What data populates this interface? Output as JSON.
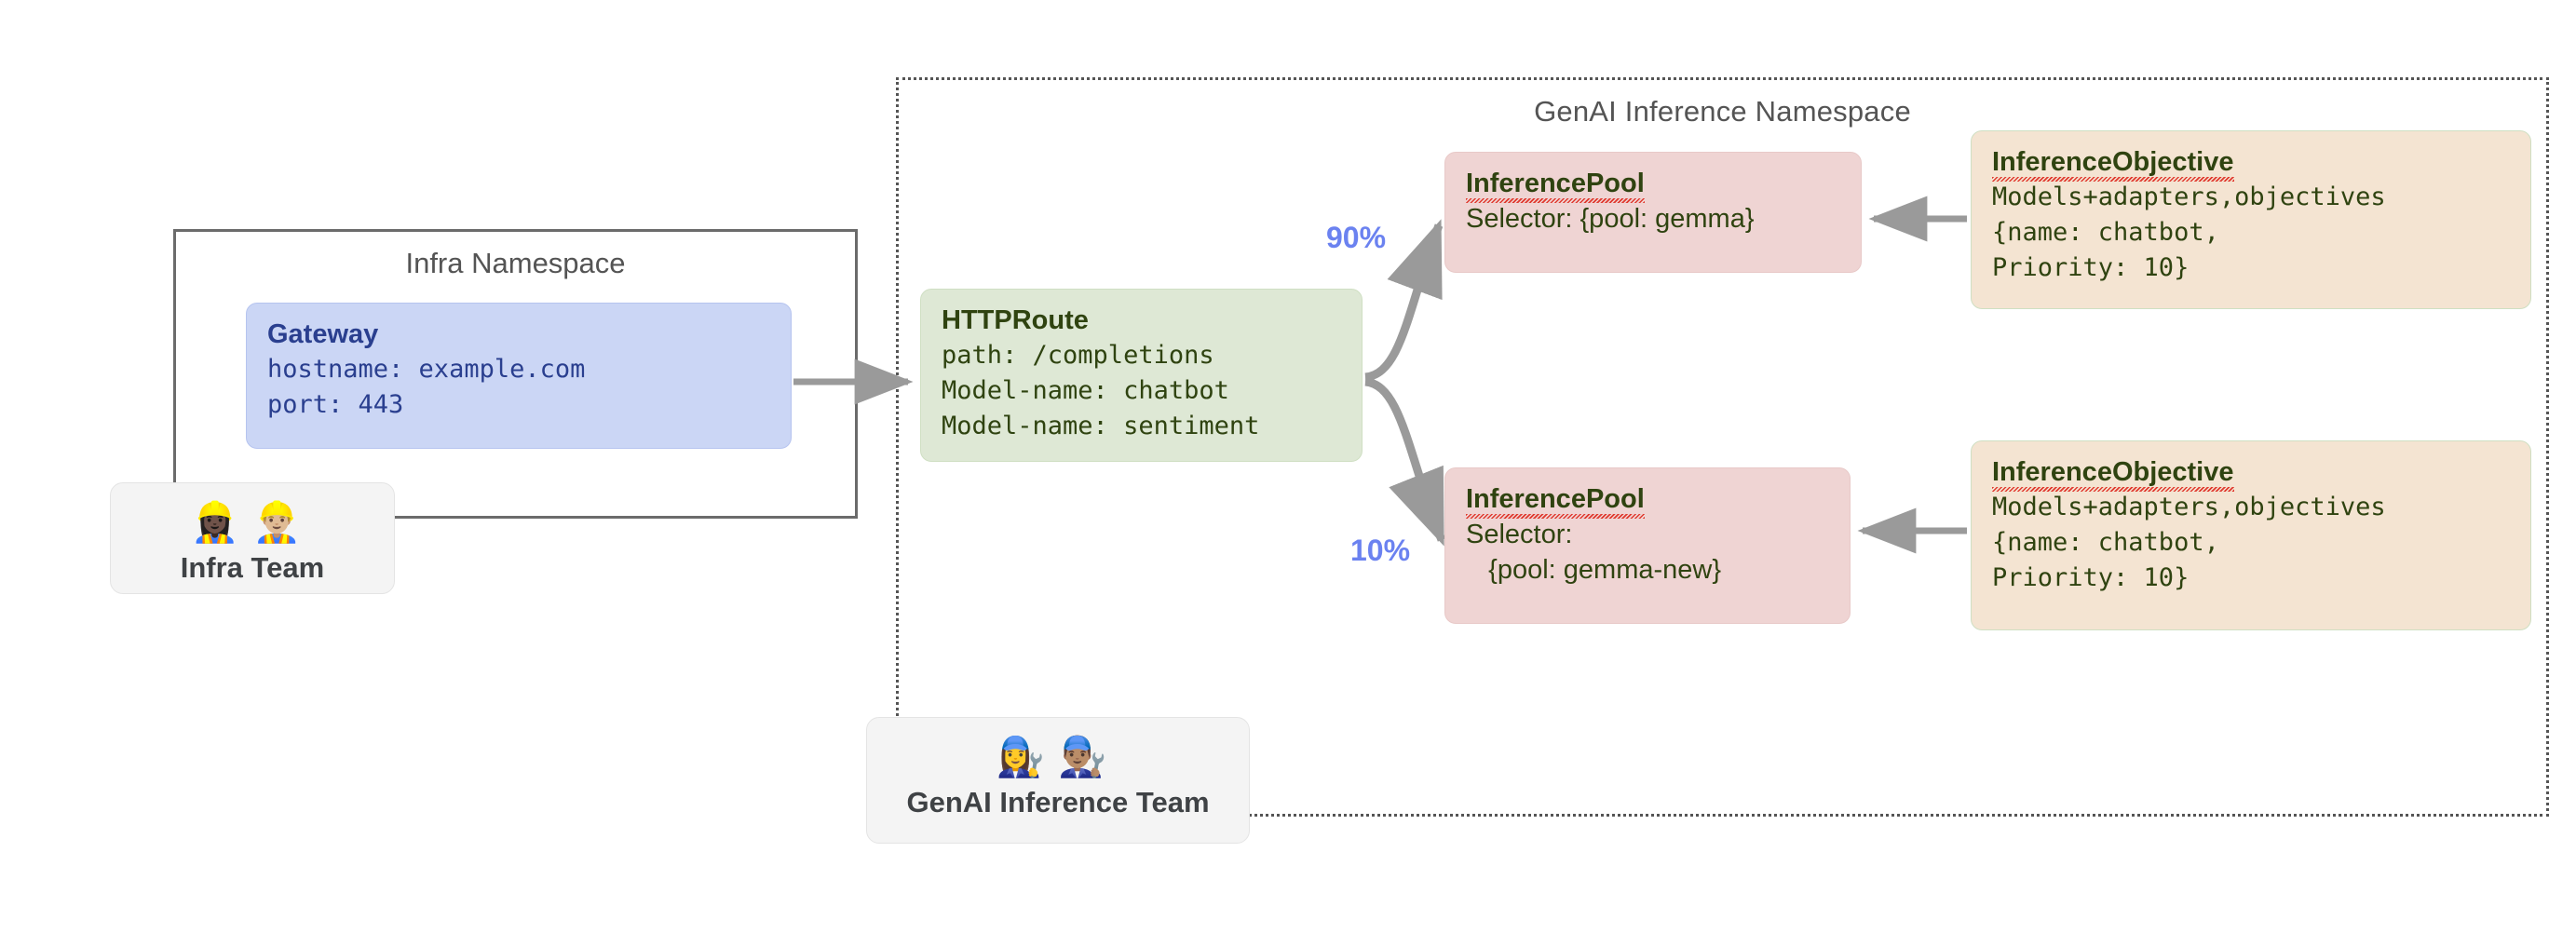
{
  "diagram": {
    "namespaces": {
      "genai": {
        "title": "GenAI Inference Namespace"
      },
      "infra": {
        "title": "Infra Namespace"
      }
    },
    "gateway": {
      "title": "Gateway",
      "lines": [
        "hostname: example.com",
        "port: 443"
      ]
    },
    "httproute": {
      "title": "HTTPRoute",
      "lines": [
        "path: /completions",
        "Model-name: chatbot",
        "Model-name: sentiment"
      ]
    },
    "pools": [
      {
        "title": "InferencePool",
        "lines": [
          "Selector: {pool: gemma}"
        ],
        "weight_label": "90%"
      },
      {
        "title": "InferencePool",
        "lines": [
          "Selector:",
          "   {pool: gemma-new}"
        ],
        "weight_label": "10%"
      }
    ],
    "objectives": [
      {
        "title": "InferenceObjective",
        "lines": [
          "Models+adapters,objectives",
          "{name: chatbot,",
          "Priority: 10}"
        ]
      },
      {
        "title": "InferenceObjective",
        "lines": [
          "Models+adapters,objectives",
          "{name: chatbot,",
          "Priority: 10}"
        ]
      }
    ],
    "teams": [
      {
        "label": "Infra Team",
        "emoji": "👷🏿‍♀️👷🏼‍♂️",
        "icon_name": "construction-worker-icons"
      },
      {
        "label": "GenAI Inference Team",
        "emoji": "👩‍🔧👨🏽‍🔧",
        "icon_name": "mechanic-icons"
      }
    ],
    "colors": {
      "gateway_fill": "#CBD6F5",
      "gateway_text": "#2A3F8F",
      "httproute_fill": "#DEE8D5",
      "pool_fill": "#EFD4D3",
      "objective_fill": "#F4E4D2",
      "node_text": "#2F4310",
      "edge": "#9A9A9A",
      "weight_label": "#6B82F0",
      "namespace_border": "#555555",
      "namespace_title": "#545454",
      "team_chip_fill": "#F4F4F4",
      "spellcheck_underline": "#E03A2F"
    }
  }
}
